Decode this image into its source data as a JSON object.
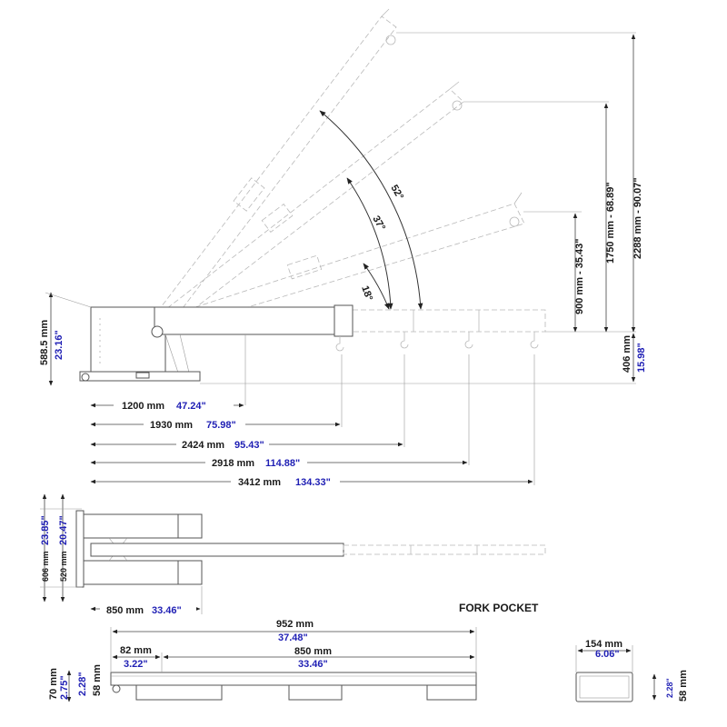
{
  "diagram": {
    "colors": {
      "metric": "#1a1a1a",
      "imperial": "#1f1fb4",
      "line": "#555555",
      "ghost": "#b9b9b9"
    },
    "angles": {
      "a1": "18°",
      "a2": "37°",
      "a3": "52°"
    },
    "side_view": {
      "height_mm": "588.5 mm",
      "height_in": "23.16\"",
      "base_height_mm": "406 mm",
      "base_height_in": "15.98\"",
      "vertical": {
        "v1": "900 mm - 35.43\"",
        "v2": "1750 mm - 68.89\"",
        "v3": "2288 mm - 90.07\""
      },
      "reach": [
        {
          "mm": "1200 mm",
          "in": "47.24\""
        },
        {
          "mm": "1930 mm",
          "in": "75.98\""
        },
        {
          "mm": "2424 mm",
          "in": "95.43\""
        },
        {
          "mm": "2918 mm",
          "in": "114.88\""
        },
        {
          "mm": "3412 mm",
          "in": "134.33\""
        }
      ]
    },
    "top_view": {
      "outer_in": "23.85\"",
      "inner_in": "20.47\"",
      "outer_mm": "606 mm",
      "inner_mm": "520 mm",
      "length_mm": "850 mm",
      "length_in": "33.46\""
    },
    "fork_pocket": {
      "title": "FORK POCKET",
      "total_mm": "952 mm",
      "total_in": "37.48\"",
      "offset_mm": "82 mm",
      "offset_in": "3.22\"",
      "length_mm": "850 mm",
      "length_in": "33.46\"",
      "h70_mm": "70 mm",
      "h70_in": "2.75\"",
      "h58_in": "2.28\"",
      "h58_mm": "58 mm"
    },
    "fork_section": {
      "width_mm": "154 mm",
      "width_in": "6.06\"",
      "height_in": "2.28\"",
      "height_mm": "58 mm"
    }
  }
}
